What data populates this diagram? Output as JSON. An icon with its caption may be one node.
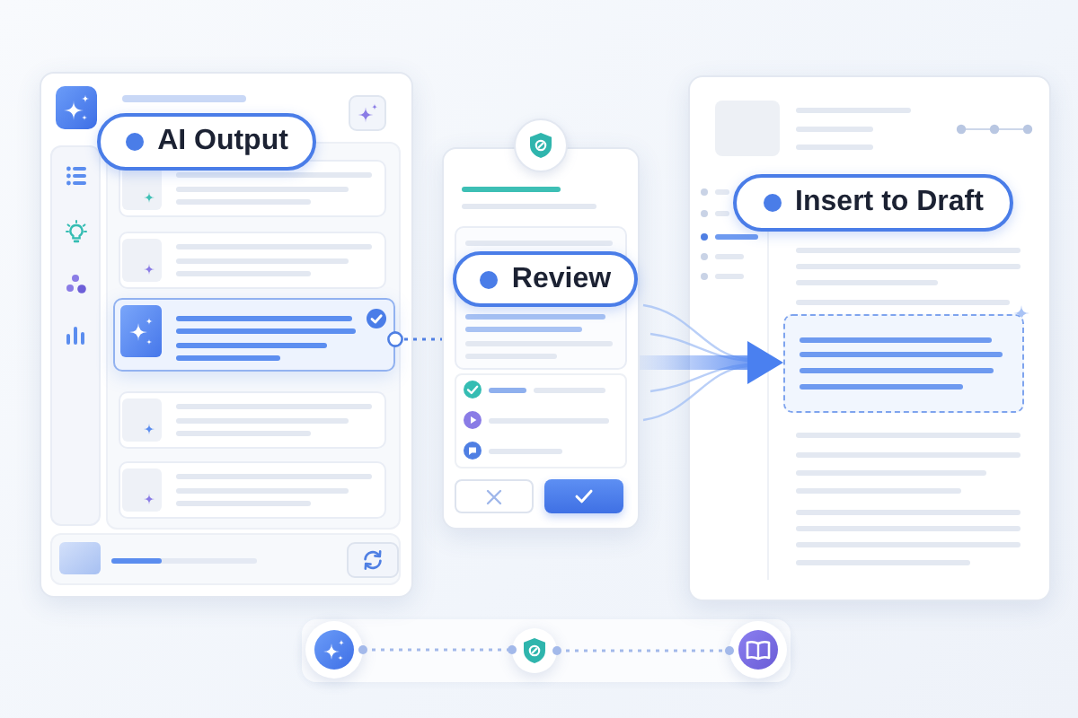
{
  "diagram": {
    "nodes": [
      {
        "text": [],
        "shape": "box"
      },
      {
        "text": [
          "AI Output"
        ],
        "in": 0
      },
      {
        "text": [],
        "shape": "box",
        "in": 0
      },
      {
        "text": [],
        "shape": "box"
      },
      {
        "text": [
          "Review"
        ],
        "in": 3
      },
      {
        "text": [],
        "shape": "box"
      },
      {
        "text": [
          "Insert to Draft"
        ],
        "in": 5
      },
      {
        "text": [],
        "shape": "box",
        "in": 5
      },
      {
        "text": [],
        "shape": "circle"
      },
      {
        "text": [],
        "shape": "circle"
      },
      {
        "text": [],
        "shape": "circle"
      }
    ],
    "edges": [
      {
        "from": 2,
        "to": 3,
        "arrow": "other",
        "style": "dashed",
        "color": "#4f7fe3"
      },
      {
        "from": 3,
        "to": 7,
        "arrow": "to",
        "style": "thick",
        "color": "#4a80f0"
      },
      {
        "from": 8,
        "to": 9,
        "arrow": "other",
        "style": "dashed"
      },
      {
        "from": 9,
        "to": 10,
        "arrow": "other",
        "style": "dashed"
      }
    ]
  }
}
